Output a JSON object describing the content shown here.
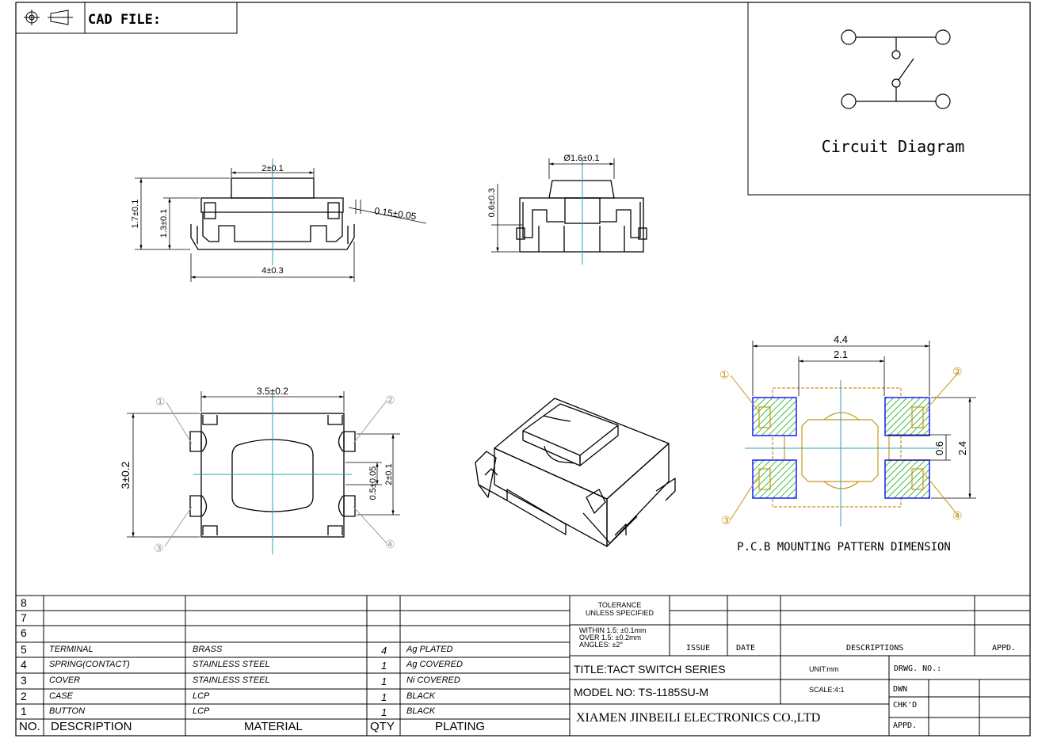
{
  "header": {
    "cad_file_label": "CAD FILE:"
  },
  "circuit": {
    "caption": "Circuit Diagram"
  },
  "side_view": {
    "dim_top": "2±0.1",
    "dim_left_outer": "1.7±0.1",
    "dim_left_inner": "1.3±0.1",
    "dim_thickness": "0.15±0.05",
    "dim_bottom": "4±0.3"
  },
  "end_view": {
    "dim_top": "Ø1.6±0.1",
    "dim_left": "0.6±0.3"
  },
  "top_view": {
    "dim_top": "3.5±0.2",
    "dim_left": "3±0.2",
    "dim_right_inner": "0.5±0.05",
    "dim_right_outer": "2±0.1",
    "pins": [
      "①",
      "②",
      "③",
      "④"
    ]
  },
  "pcb": {
    "dim_outer": "4.4",
    "dim_inner": "2.1",
    "dim_right_small": "0.6",
    "dim_right_large": "2.4",
    "pins": [
      "①",
      "②",
      "③",
      "④"
    ],
    "caption": "P.C.B MOUNTING PATTERN DIMENSION"
  },
  "colors": {
    "line": "#000000",
    "center_line": "#2aa6b4",
    "pad_fill": "#3fbf3f",
    "pad_edge": "#1a1aff",
    "footprint": "#c8961e",
    "leader": "#a0a0a0"
  },
  "bom": {
    "header": {
      "no": "NO.",
      "description": "DESCRIPTION",
      "material": "MATERIAL",
      "qty": "QTY",
      "plating": "PLATING"
    },
    "rows": [
      {
        "no": "8",
        "description": "",
        "material": "",
        "qty": "",
        "plating": ""
      },
      {
        "no": "7",
        "description": "",
        "material": "",
        "qty": "",
        "plating": ""
      },
      {
        "no": "6",
        "description": "",
        "material": "",
        "qty": "",
        "plating": ""
      },
      {
        "no": "5",
        "description": "TERMINAL",
        "material": "BRASS",
        "qty": "4",
        "plating": "Ag PLATED"
      },
      {
        "no": "4",
        "description": "SPRING(CONTACT)",
        "material": "STAINLESS STEEL",
        "qty": "1",
        "plating": "Ag COVERED"
      },
      {
        "no": "3",
        "description": "COVER",
        "material": "STAINLESS STEEL",
        "qty": "1",
        "plating": "Ni COVERED"
      },
      {
        "no": "2",
        "description": "CASE",
        "material": "LCP",
        "qty": "1",
        "plating": "BLACK"
      },
      {
        "no": "1",
        "description": "BUTTON",
        "material": "LCP",
        "qty": "1",
        "plating": "BLACK"
      }
    ]
  },
  "title_block": {
    "tolerance_title": "TOLERANCE",
    "tolerance_subtitle": "UNLESS SPECIFIED",
    "tol_line1": "WITHIN 1.5: ±0.1mm",
    "tol_line2": "OVER 1.5:  ±0.2mm",
    "tol_line3": "ANGLES: ±2°",
    "issue": "ISSUE",
    "date": "DATE",
    "descriptions": "DESCRIPTIONS",
    "appd_header": "APPD.",
    "title": "TITLE:TACT SWITCH SERIES",
    "unit": "UNIT:mm",
    "drwg_no": "DRWG. NO.:",
    "model": "MODEL NO: TS-1185SU-M",
    "scale": "SCALE:4:1",
    "dwn": "DWN",
    "chkd": "CHK'D",
    "appd": "APPD.",
    "company": "XIAMEN JINBEILI ELECTRONICS CO.,LTD"
  }
}
